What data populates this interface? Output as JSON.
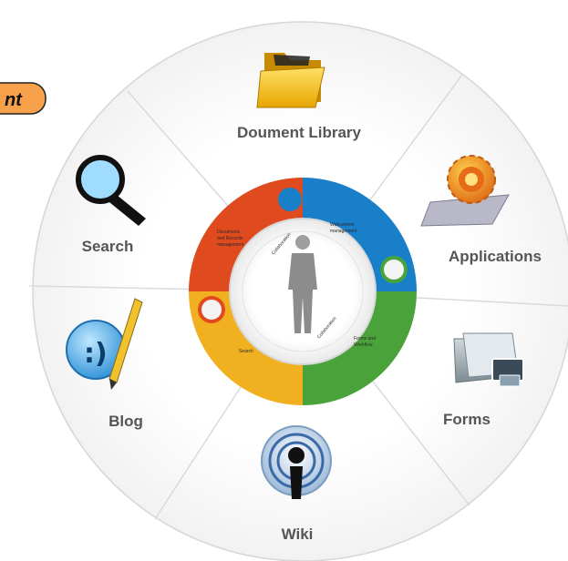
{
  "badge": {
    "text": "nt",
    "color": "#f7a24b"
  },
  "segments": [
    {
      "key": "document-library",
      "label": "Doument Library",
      "icon": "folder-icon"
    },
    {
      "key": "applications",
      "label": "Applications",
      "icon": "gear-icon"
    },
    {
      "key": "forms",
      "label": "Forms",
      "icon": "forms-folder-icon"
    },
    {
      "key": "wiki",
      "label": "Wiki",
      "icon": "podcast-icon"
    },
    {
      "key": "blog",
      "label": "Blog",
      "icon": "smiley-pencil-icon"
    },
    {
      "key": "search",
      "label": "Search",
      "icon": "magnifier-icon"
    }
  ],
  "ring": {
    "center_icon": "person-silhouette-icon",
    "pieces": [
      {
        "label_lines": [
          "Webcontent",
          "management"
        ],
        "color": "#1a7fc9"
      },
      {
        "label_lines": [
          "Forms and",
          "Workflow"
        ],
        "color": "#4aa33a"
      },
      {
        "label_lines": [
          "Search"
        ],
        "color": "#f0b020"
      },
      {
        "label_lines": [
          "Documents",
          "and Records",
          "management"
        ],
        "color": "#e04a1f"
      }
    ],
    "inner_text": "Collaboration"
  }
}
